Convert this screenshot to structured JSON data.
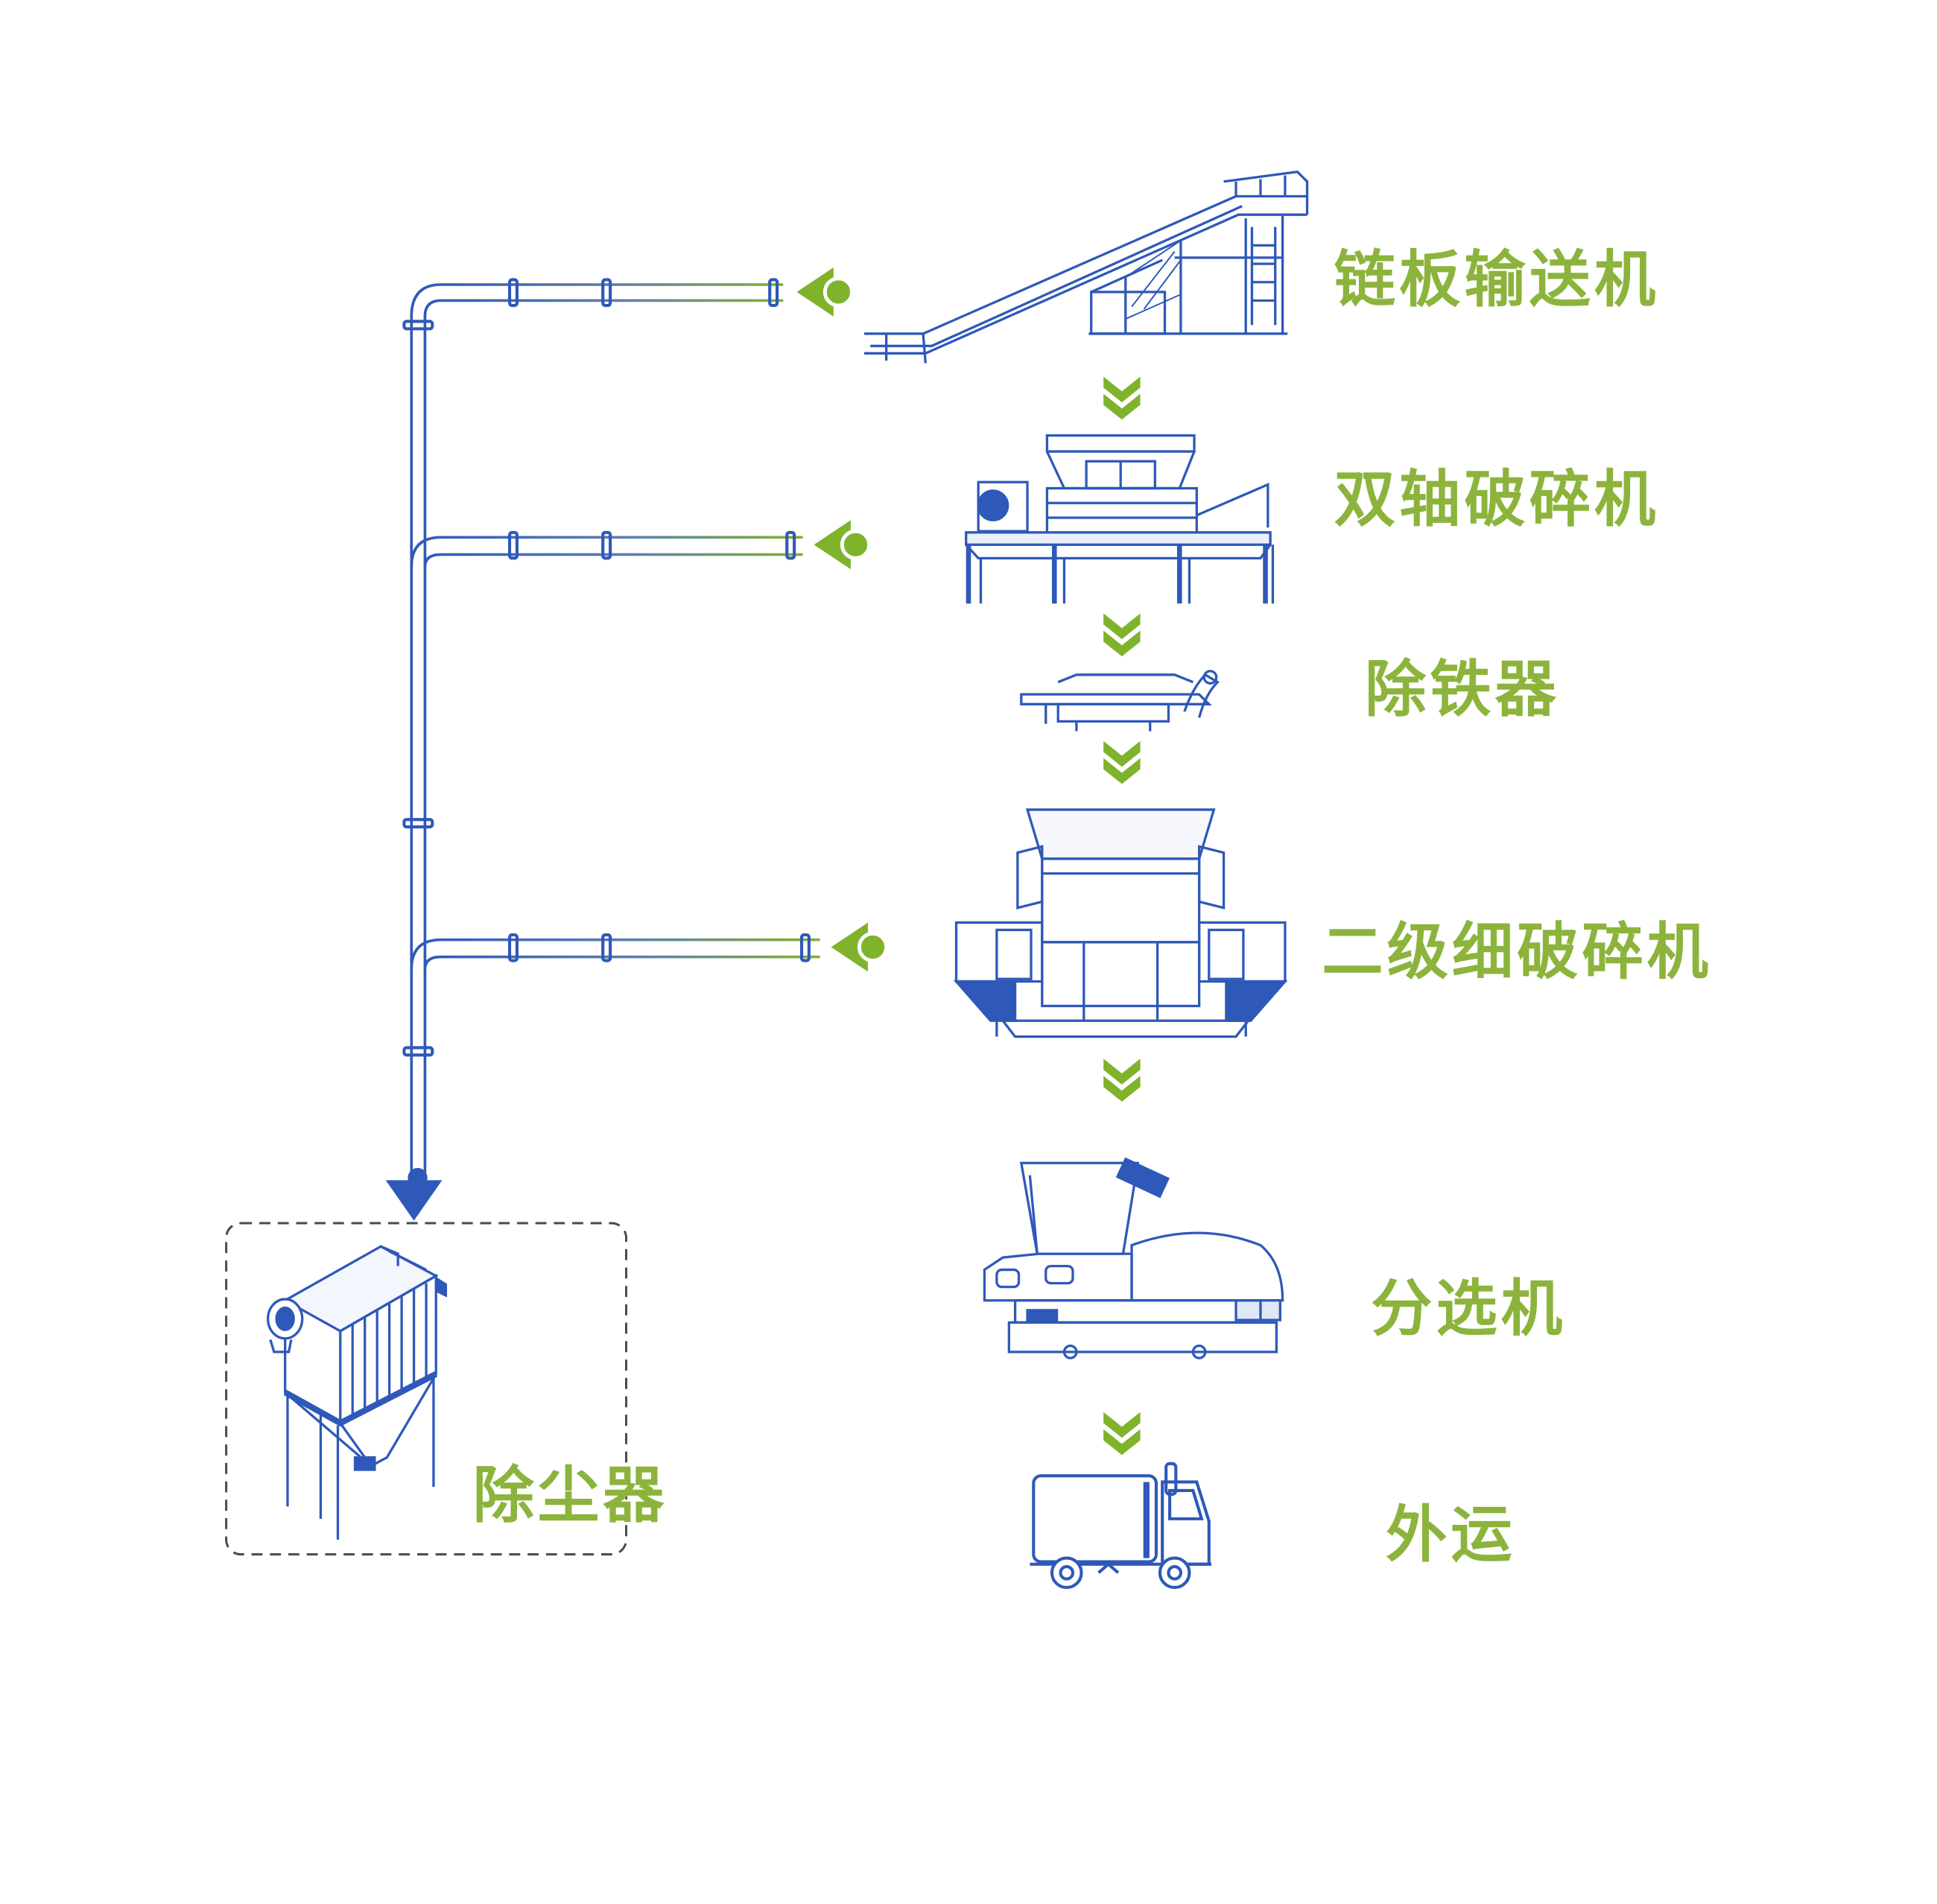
{
  "colors": {
    "equipment": "#2f59b8",
    "duct": "#2f59b8",
    "accent_green": "#7fb32c",
    "label_green": "#8cb43c",
    "dashed_frame": "#444a55"
  },
  "process_steps": [
    {
      "id": "chain-conveyor",
      "label": "链板输送机"
    },
    {
      "id": "twin-shaft-shredder",
      "label": "双轴破碎机"
    },
    {
      "id": "iron-remover",
      "label": "除铁器"
    },
    {
      "id": "secondary-fine-crusher",
      "label": "二级细破碎机"
    },
    {
      "id": "separator",
      "label": "分选机"
    },
    {
      "id": "transport-out",
      "label": "外运"
    }
  ],
  "dust_collector": {
    "label": "除尘器"
  },
  "icons": {
    "flow_arrow": "chevron-down-double-icon",
    "suction_inlet": "suction-nozzle-icon",
    "duct_outlet": "arrow-down-icon"
  }
}
